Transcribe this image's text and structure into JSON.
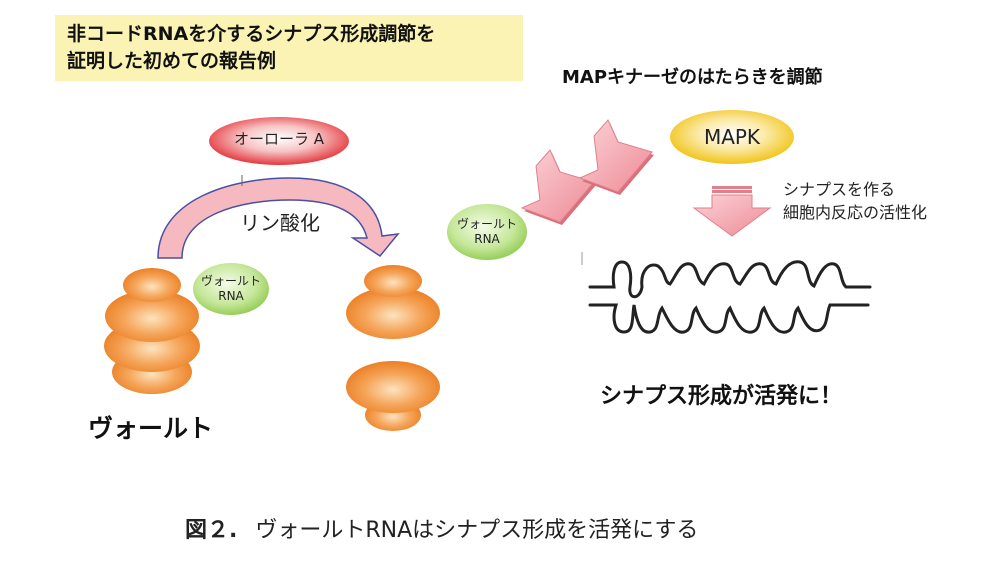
{
  "heading": {
    "line1": "非コードRNAを介するシナプス形成調節を",
    "line2": "証明した初めての報告例"
  },
  "left": {
    "kinase_label": "オーローラ A",
    "reaction_label": "リン酸化",
    "rna_label_line1": "ヴォールト",
    "rna_label_line2": "RNA",
    "particle_label": "ヴォールト"
  },
  "middle": {
    "rna_label_line1": "ヴォールト",
    "rna_label_line2": "RNA"
  },
  "right": {
    "regulation_heading": "MAPキナーゼのはたらきを調節",
    "mapk_label": "MAPK",
    "effect_line1": "シナプスを作る",
    "effect_line2": "細胞内反応の活性化",
    "result_label": "シナプス形成が活発に！"
  },
  "caption": {
    "figure_number": "図２.",
    "text": "ヴォールトRNAはシナプス形成を活発にする"
  },
  "colors": {
    "heading_bg": "#fbf3b4",
    "kinase_fill": "#e8262a",
    "mapk_fill": "#f2c200",
    "rna_fill": "#9cd35a",
    "vault_fill": "#f08a24",
    "arrow_fill": "#f3a0a8"
  }
}
